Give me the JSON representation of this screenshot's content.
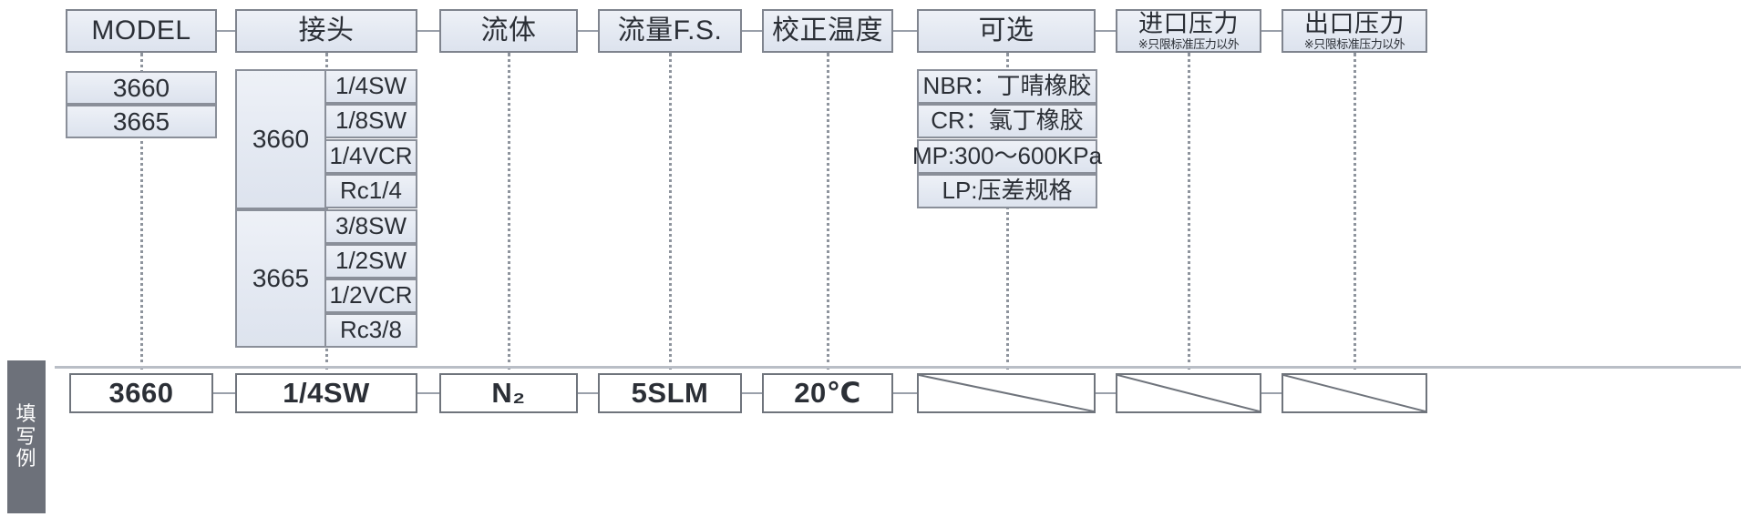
{
  "diagram": {
    "title": "Model number configuration chart",
    "colors": {
      "cell_fill": "#e6ebf4",
      "cell_border": "#8a8f99",
      "example_border": "#6f747c",
      "tab_bg": "#6d717a",
      "connector": "#8e949d"
    }
  },
  "header": {
    "columns": [
      {
        "label": "MODEL",
        "sub": ""
      },
      {
        "label": "接头",
        "sub": ""
      },
      {
        "label": "流体",
        "sub": ""
      },
      {
        "label": "流量F.S.",
        "sub": ""
      },
      {
        "label": "校正温度",
        "sub": ""
      },
      {
        "label": "可选",
        "sub": ""
      },
      {
        "label": "进口压力",
        "sub": "※只限标准压力以外"
      },
      {
        "label": "出口压力",
        "sub": "※只限标准压力以外"
      }
    ]
  },
  "model_options": {
    "values": [
      "3660",
      "3665"
    ]
  },
  "fitting_options": {
    "groups": [
      {
        "model": "3660",
        "values": [
          "1/4SW",
          "1/8SW",
          "1/4VCR",
          "Rc1/4"
        ]
      },
      {
        "model": "3665",
        "values": [
          "3/8SW",
          "1/2SW",
          "1/2VCR",
          "Rc3/8"
        ]
      }
    ]
  },
  "optional_items": {
    "values": [
      "NBR：丁晴橡胶",
      "CR：氯丁橡胶",
      "MP:300〜600KPa",
      "LP:压差规格"
    ]
  },
  "example_row": {
    "tab_chars": [
      "填",
      "写",
      "例"
    ],
    "cells": [
      {
        "value": "3660",
        "blank": false
      },
      {
        "value": "1/4SW",
        "blank": false
      },
      {
        "value": "N₂",
        "blank": false
      },
      {
        "value": "5SLM",
        "blank": false
      },
      {
        "value": "20℃",
        "blank": false
      },
      {
        "value": "",
        "blank": true
      },
      {
        "value": "",
        "blank": true
      },
      {
        "value": "",
        "blank": true
      }
    ]
  }
}
